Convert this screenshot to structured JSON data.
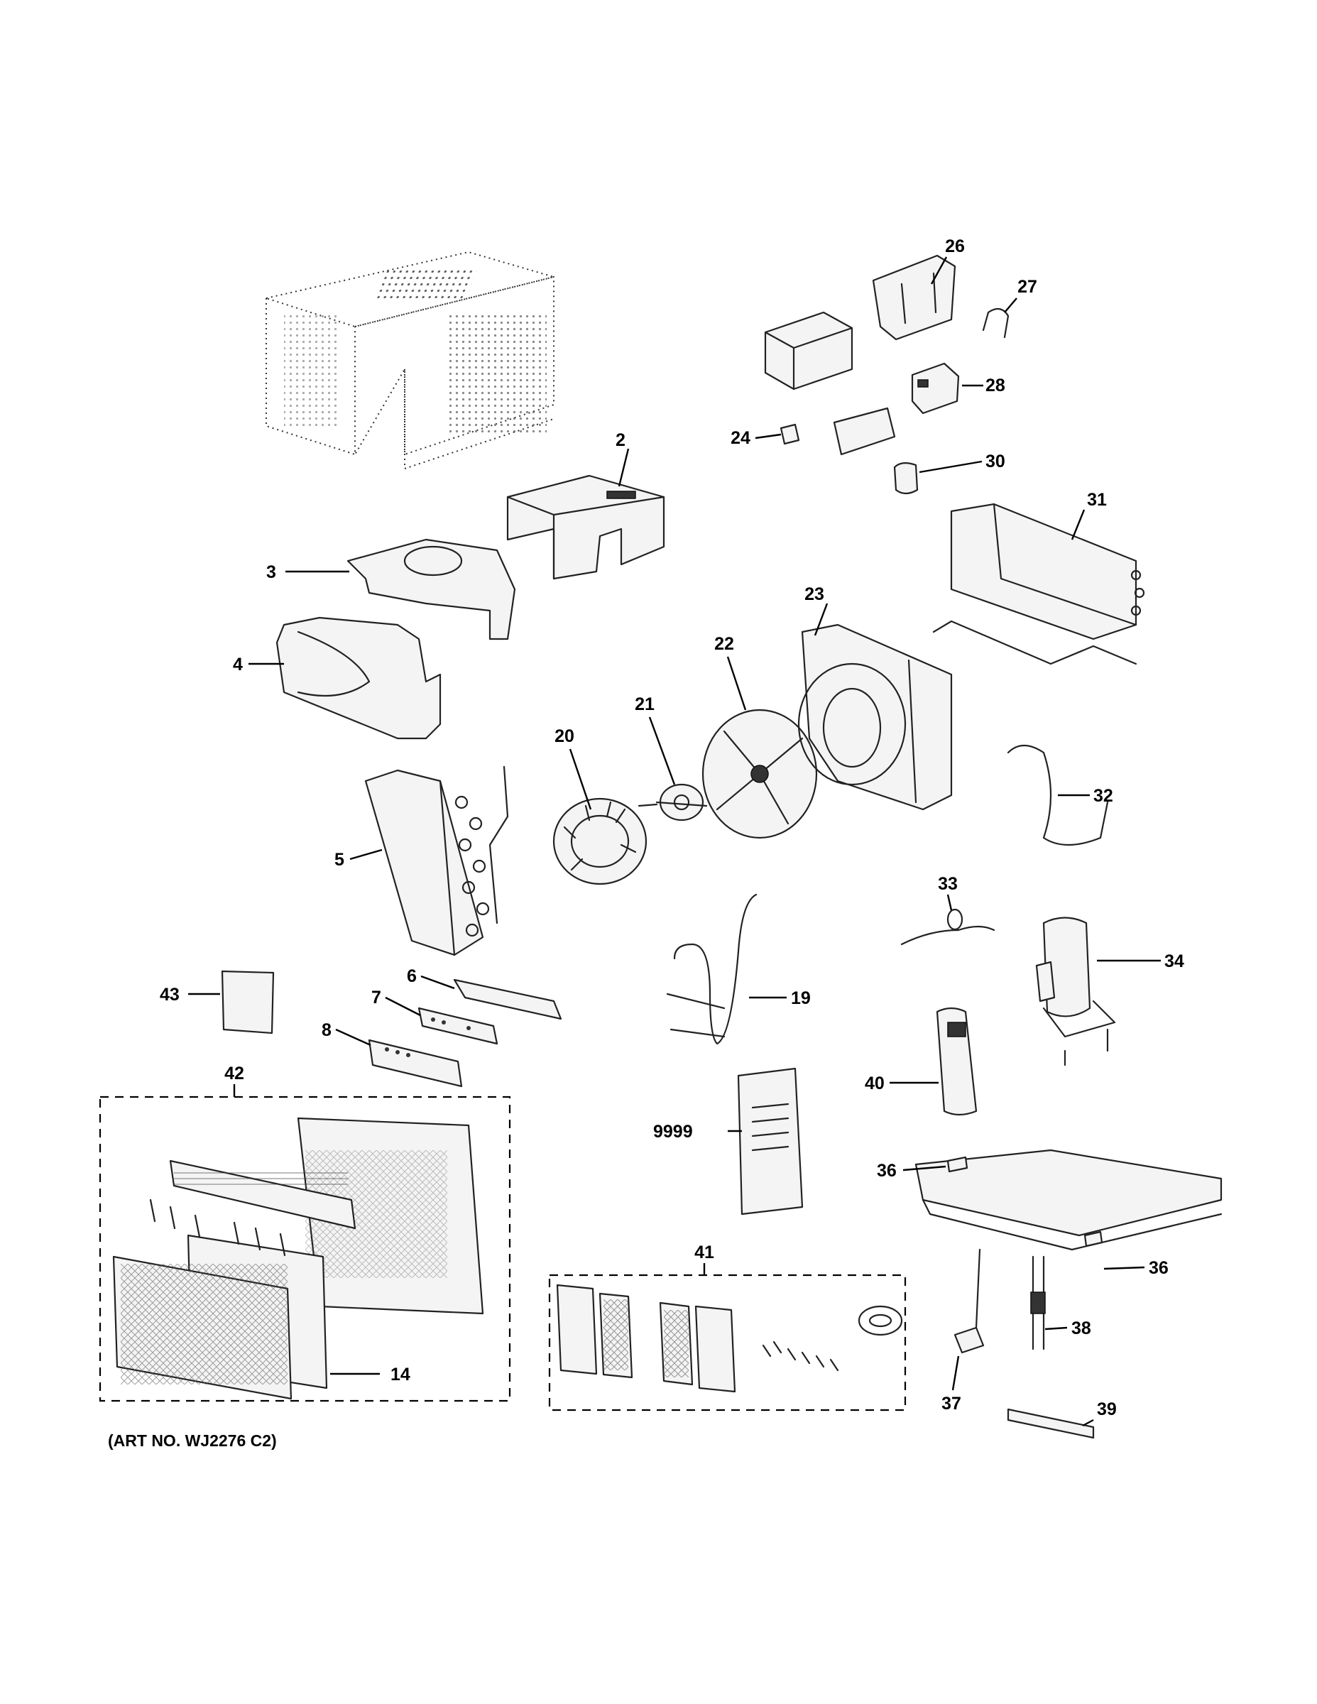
{
  "callouts": {
    "c2": "2",
    "c3": "3",
    "c4": "4",
    "c5": "5",
    "c6": "6",
    "c7": "7",
    "c8": "8",
    "c14": "14",
    "c19": "19",
    "c20": "20",
    "c21": "21",
    "c22": "22",
    "c23": "23",
    "c24": "24",
    "c26": "26",
    "c27": "27",
    "c28": "28",
    "c30": "30",
    "c31": "31",
    "c32": "32",
    "c33": "33",
    "c34": "34",
    "c36a": "36",
    "c36b": "36",
    "c37": "37",
    "c38": "38",
    "c39": "39",
    "c40": "40",
    "c41": "41",
    "c42": "42",
    "c43": "43",
    "c9999": "9999"
  },
  "art_no": "(ART NO. WJ2276 C2)"
}
